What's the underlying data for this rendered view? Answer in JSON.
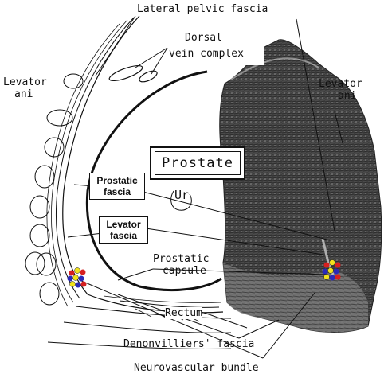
{
  "labels": {
    "lateral_pelvic_fascia": "Lateral pelvic fascia",
    "dorsal": "Dorsal",
    "vein_complex": "vein complex",
    "levator_ani_left_1": "Levator",
    "levator_ani_left_2": "ani",
    "levator_ani_right_1": "Levator",
    "levator_ani_right_2": "ani",
    "prostate": "Prostate",
    "prostatic_fascia_1": "Prostatic",
    "prostatic_fascia_2": "fascia",
    "ur": "Ur",
    "levator_fascia_1": "Levator",
    "levator_fascia_2": "fascia",
    "prostatic_capsule_1": "Prostatic",
    "prostatic_capsule_2": "capsule",
    "rectum": "Rectum",
    "denonvilliers_fascia": "Denonvilliers' fascia",
    "neurovascular_bundle": "Neurovascular bundle"
  },
  "colors": {
    "ink": "#111111",
    "histology_dark": "#3a3a3a",
    "histology_mid": "#6e6e6e",
    "dot_red": "#d62020",
    "dot_blue": "#2a2ab8",
    "dot_yellow": "#f2e21c"
  }
}
